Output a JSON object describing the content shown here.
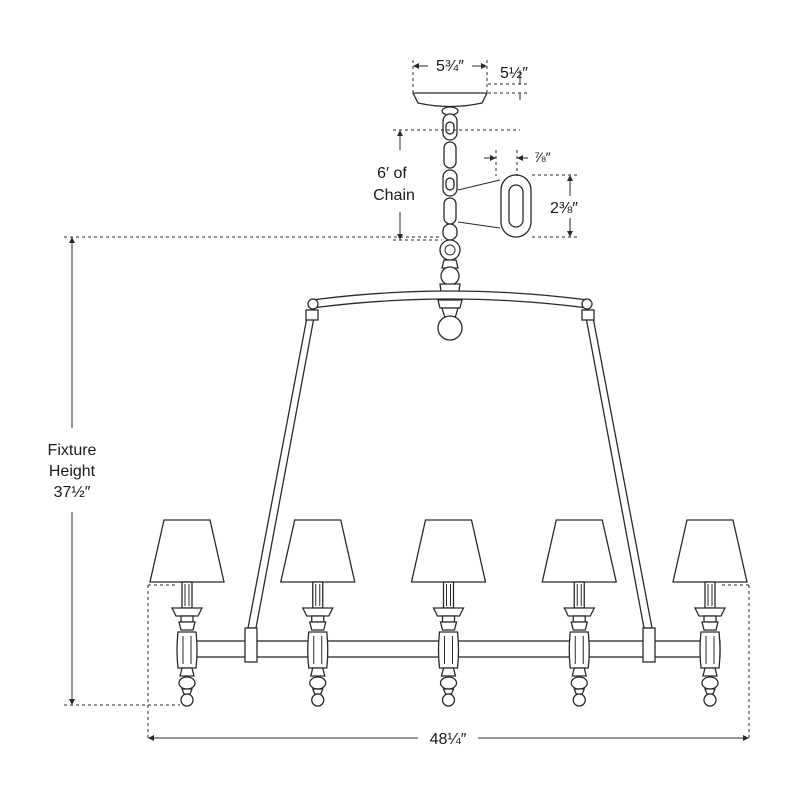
{
  "dimensions": {
    "canopy_width": "5¾″",
    "canopy_height": "5½″",
    "chain_length_line1": "6′ of",
    "chain_length_line2": "Chain",
    "link_width": "⅞″",
    "link_height": "2⅜″",
    "fixture_height_line1": "Fixture",
    "fixture_height_line2": "Height",
    "fixture_height_line3": "37½″",
    "fixture_width": "48¼″"
  },
  "fixture": {
    "arm_count": 5
  }
}
